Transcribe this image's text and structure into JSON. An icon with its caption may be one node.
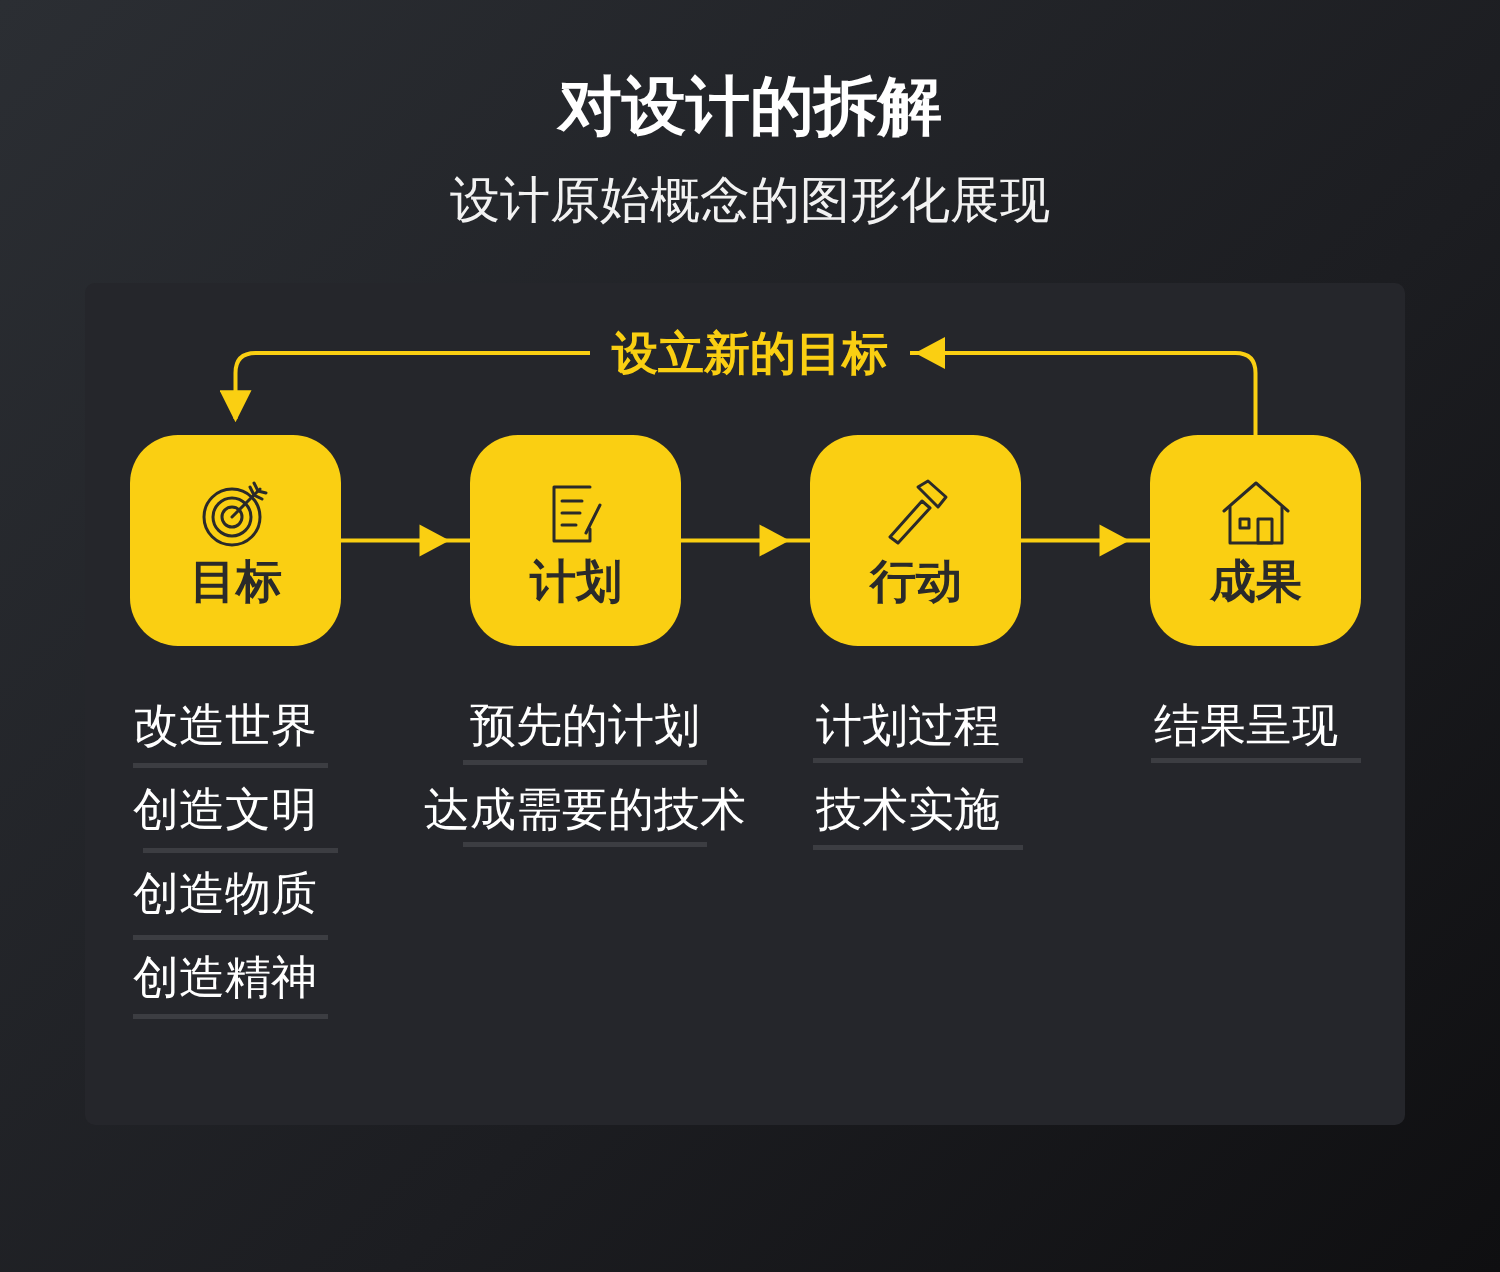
{
  "diagram": {
    "title": "对设计的拆解",
    "nodes": [
      {
        "text": [
          "目标"
        ]
      },
      {
        "text": [
          "计划"
        ]
      },
      {
        "text": [
          "行动"
        ]
      },
      {
        "text": [
          "成果"
        ]
      }
    ],
    "edges": [
      {
        "from": 0,
        "to": 1,
        "arrow": "to"
      },
      {
        "from": 1,
        "to": 2,
        "arrow": "to"
      },
      {
        "from": 2,
        "to": 3,
        "arrow": "to"
      },
      {
        "from": 3,
        "to": 0,
        "arrow": "to",
        "label": "设立新的目标"
      }
    ],
    "labels": [
      "设计原始概念的图形化展现",
      "改造世界",
      "创造文明",
      "创造物质",
      "创造精神",
      "预先的计划",
      "达成需要的技术",
      "计划过程",
      "技术实施",
      "结果呈现"
    ]
  }
}
